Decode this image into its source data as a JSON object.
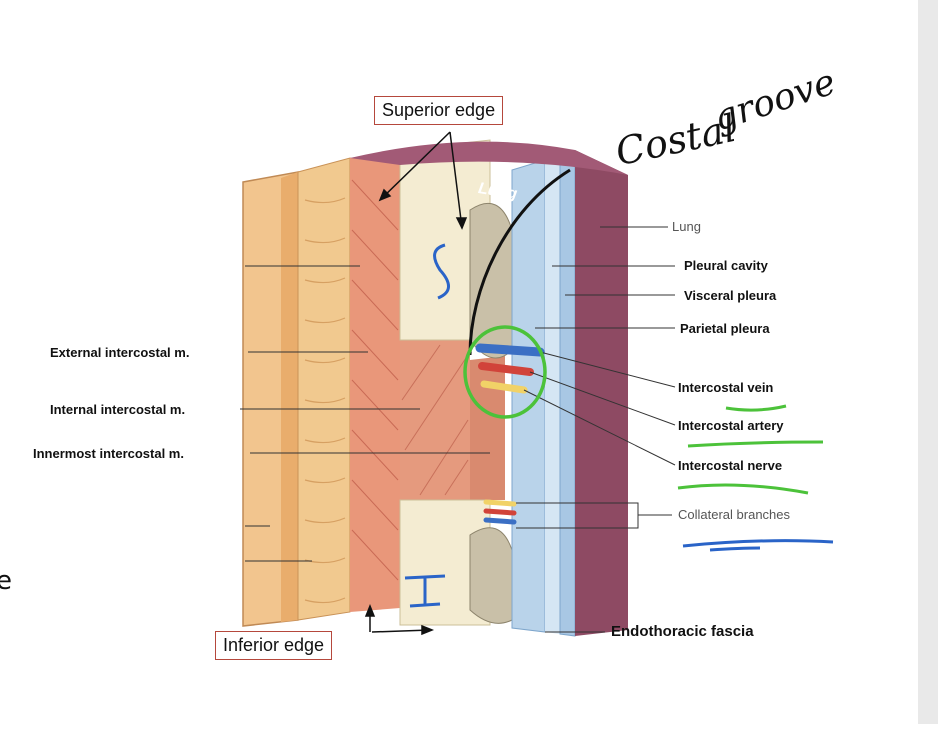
{
  "labels_left": {
    "external": "External intercostal m.",
    "internal": "Internal intercostal m.",
    "innermost": "Innermost intercostal m."
  },
  "labels_right": {
    "lung": "Lung",
    "pleural_cavity": "Pleural cavity",
    "visceral_pleura": "Visceral pleura",
    "parietal_pleura": "Parietal pleura",
    "intercostal_vein": "Intercostal vein",
    "intercostal_artery": "Intercostal artery",
    "intercostal_nerve": "Intercostal nerve",
    "collateral_branches": "Collateral branches",
    "endothoracic_fascia": "Endothoracic fascia"
  },
  "boxes": {
    "superior_edge": "Superior edge",
    "inferior_edge": "Inferior edge"
  },
  "organ_label": "Lung",
  "partial_left_char": "e",
  "handwriting": {
    "line1": "Costal",
    "line2": "groove",
    "superior_mark": "S",
    "inferior_mark": "I"
  },
  "colors": {
    "annotation_green": "#4cc23a",
    "annotation_blue": "#2a64c8",
    "box_border": "#b5483c",
    "lung": "#8e4a63"
  }
}
